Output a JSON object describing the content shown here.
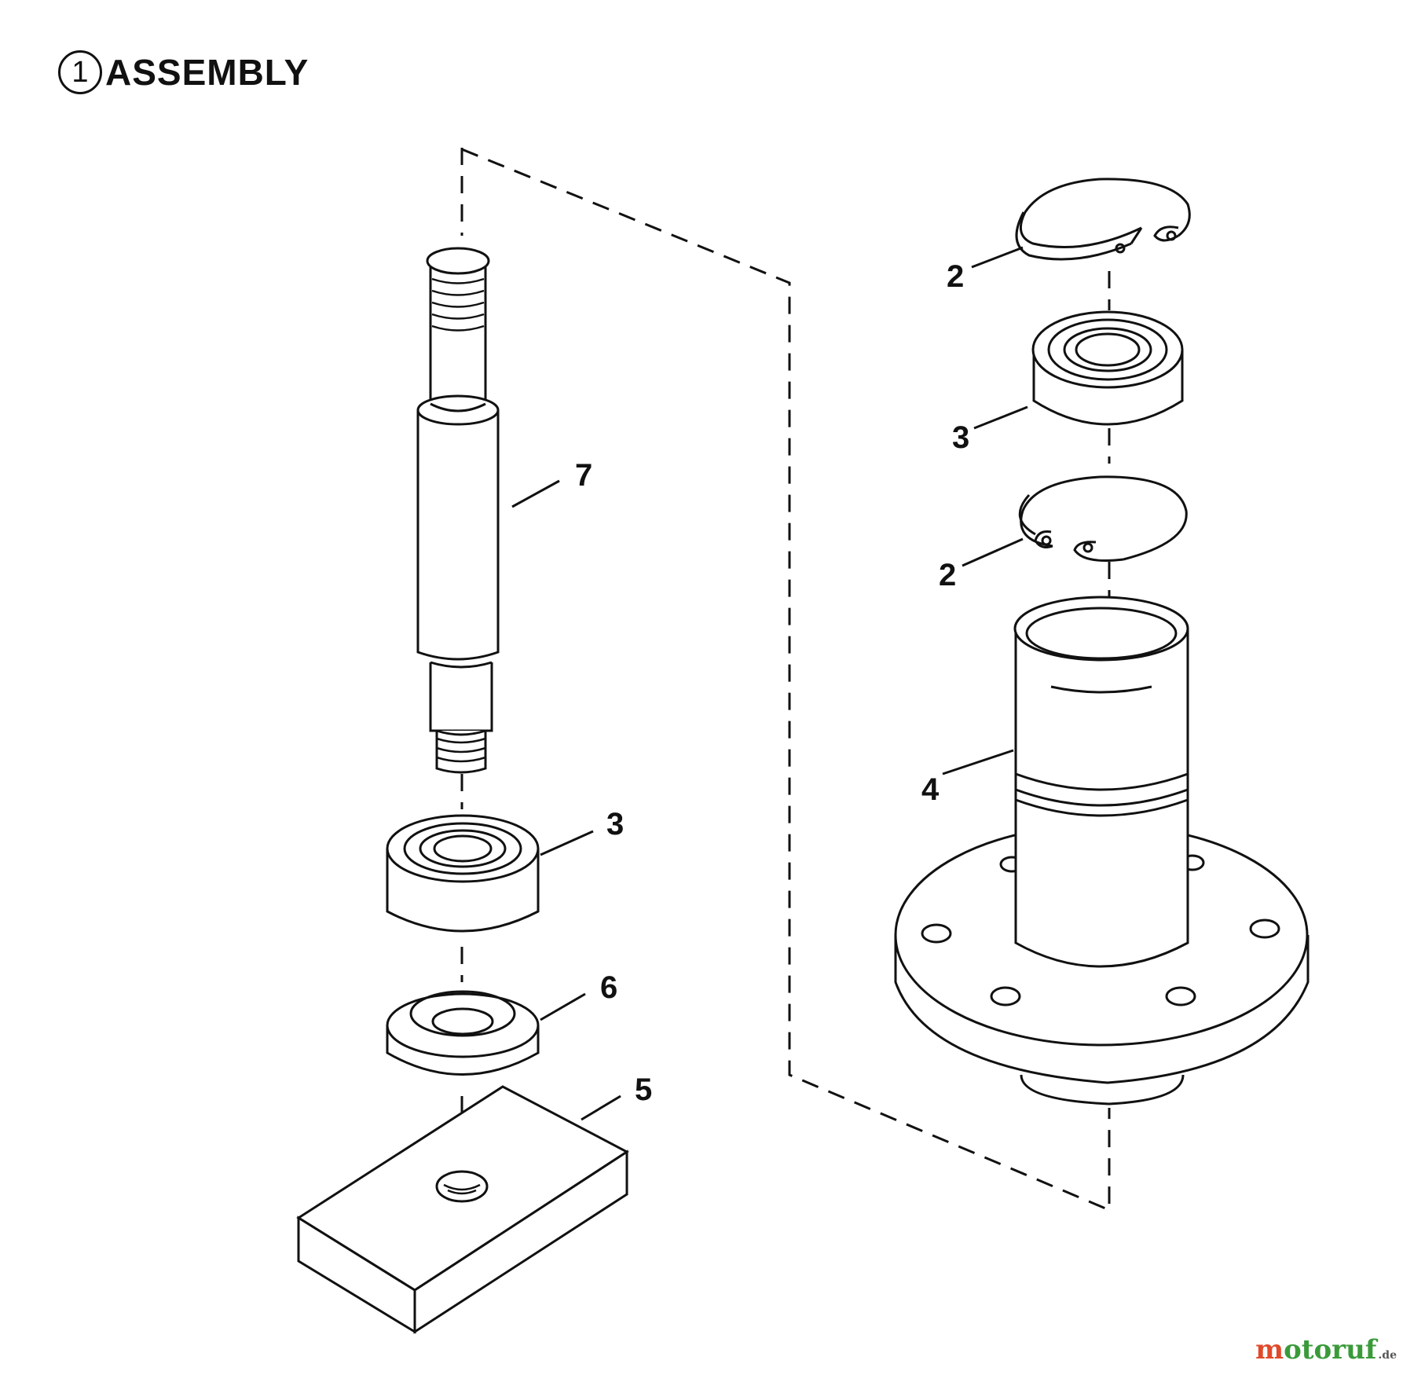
{
  "title": {
    "number": "1",
    "text": "ASSEMBLY"
  },
  "callouts": {
    "shaft": "7",
    "lower_bearing": "3",
    "washer": "6",
    "block": "5",
    "top_ring": "2",
    "upper_bearing": "3",
    "lower_ring": "2",
    "housing": "4"
  },
  "watermark": {
    "first": "m",
    "rest": "otoruf",
    "suffix": ".de"
  }
}
